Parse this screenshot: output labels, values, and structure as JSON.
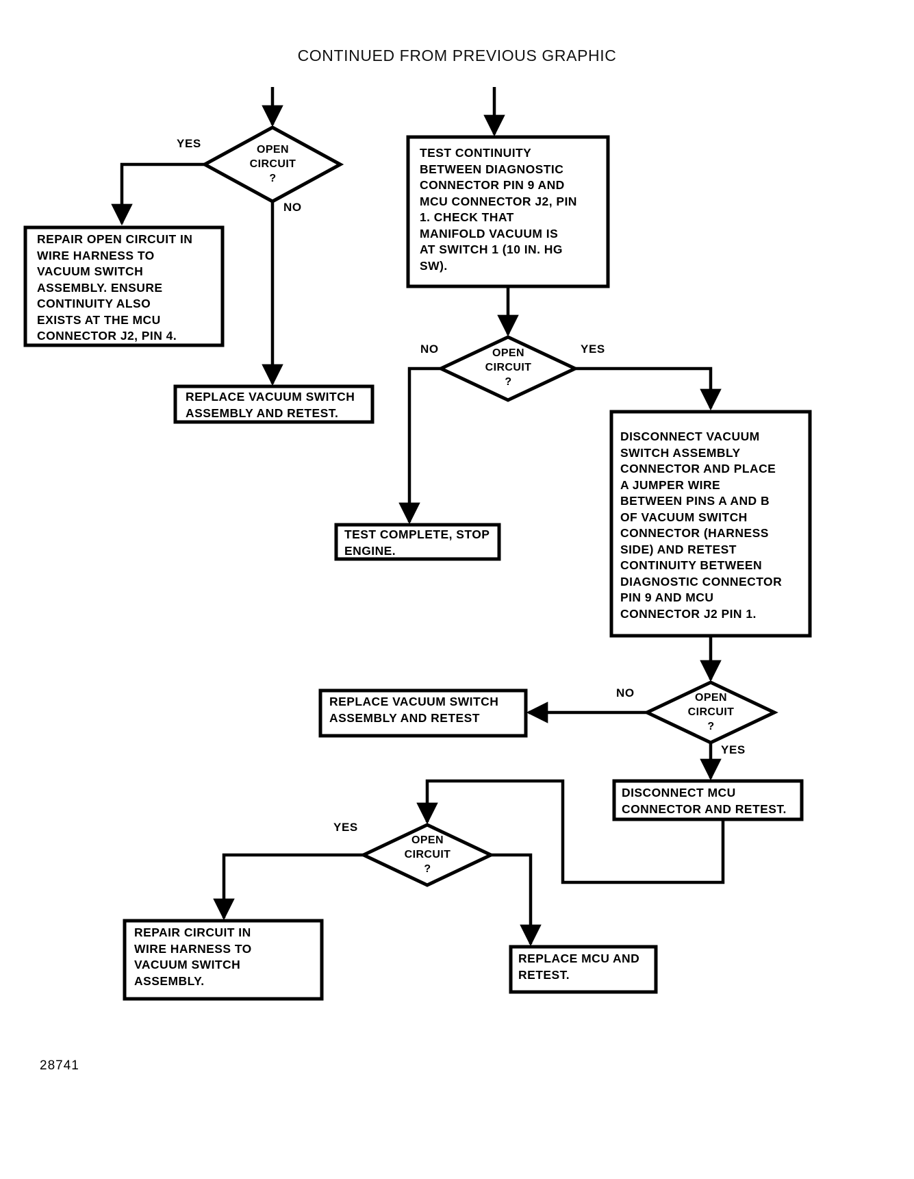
{
  "page": {
    "title": "CONTINUED FROM PREVIOUS GRAPHIC",
    "figure_number": "28741",
    "ink_color": "#000000",
    "background_color": "#ffffff"
  },
  "nodes": {
    "d1": {
      "text": "OPEN\nCIRCUIT\n?"
    },
    "b1": {
      "text": "REPAIR OPEN CIRCUIT IN\nWIRE HARNESS TO\nVACUUM SWITCH\nASSEMBLY. ENSURE\nCONTINUITY ALSO\nEXISTS AT THE MCU\nCONNECTOR J2, PIN 4."
    },
    "b2": {
      "text": "REPLACE VACUUM SWITCH\nASSEMBLY AND RETEST."
    },
    "b3": {
      "text": "TEST CONTINUITY\nBETWEEN DIAGNOSTIC\nCONNECTOR PIN 9 AND\nMCU CONNECTOR J2, PIN\n1. CHECK THAT\nMANIFOLD VACUUM IS\nAT SWITCH 1 (10 IN. HG\nSW)."
    },
    "d2": {
      "text": "OPEN\nCIRCUIT\n?"
    },
    "b4": {
      "text": "TEST COMPLETE, STOP\nENGINE."
    },
    "b5": {
      "text": "DISCONNECT VACUUM\nSWITCH ASSEMBLY\nCONNECTOR AND PLACE\nA JUMPER WIRE\nBETWEEN PINS A AND B\nOF VACUUM SWITCH\nCONNECTOR (HARNESS\nSIDE) AND RETEST\nCONTINUITY BETWEEN\nDIAGNOSTIC CONNECTOR\nPIN 9 AND MCU\nCONNECTOR J2 PIN 1."
    },
    "d3": {
      "text": "OPEN\nCIRCUIT\n?"
    },
    "b6": {
      "text": "REPLACE VACUUM SWITCH\nASSEMBLY AND RETEST"
    },
    "b7": {
      "text": "DISCONNECT MCU\nCONNECTOR AND RETEST."
    },
    "d4": {
      "text": "OPEN\nCIRCUIT\n?"
    },
    "b8": {
      "text": "REPAIR CIRCUIT IN\nWIRE HARNESS TO\nVACUUM SWITCH\nASSEMBLY."
    },
    "b9": {
      "text": "REPLACE MCU AND\nRETEST."
    }
  },
  "edge_labels": {
    "d1_yes": "YES",
    "d1_no": "NO",
    "d2_no": "NO",
    "d2_yes": "YES",
    "d3_no": "NO",
    "d3_yes": "YES",
    "d4_yes": "YES"
  }
}
